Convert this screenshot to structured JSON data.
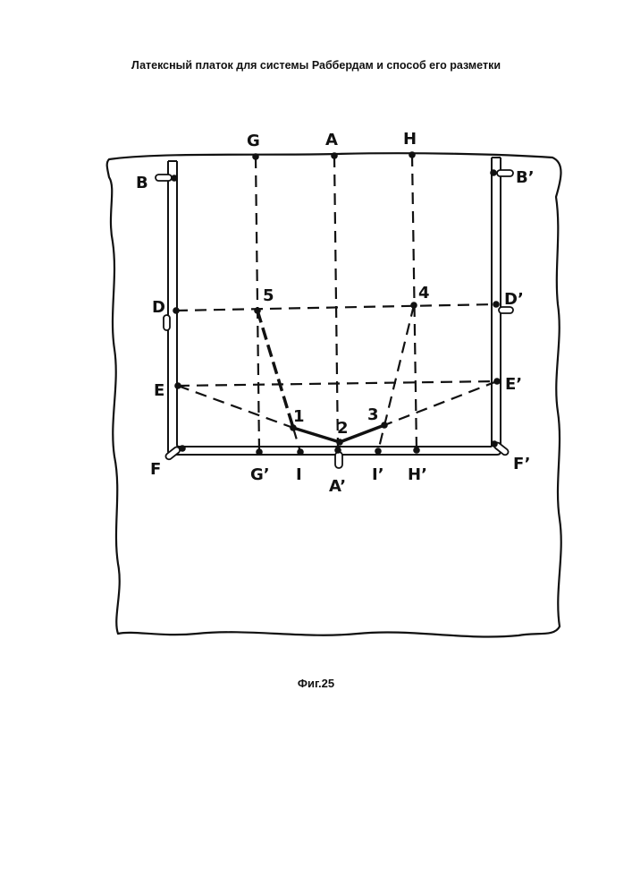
{
  "title": "Латексный платок для системы Раббердам и способ его разметки",
  "caption": "Фиг.25",
  "labels": {
    "G": "G",
    "A": "A",
    "H": "H",
    "B": "B",
    "B_prime": "B’",
    "D": "D",
    "D_prime": "D’",
    "E": "E",
    "E_prime": "E’",
    "F": "F",
    "F_prime": "F’",
    "G_prime": "G’",
    "I": "I",
    "A_prime": "A’",
    "I_prime": "I’",
    "H_prime": "H’",
    "p1": "1",
    "p2": "2",
    "p3": "3",
    "p4": "4",
    "p5": "5"
  },
  "colors": {
    "ink": "#111111",
    "background": "#ffffff"
  }
}
